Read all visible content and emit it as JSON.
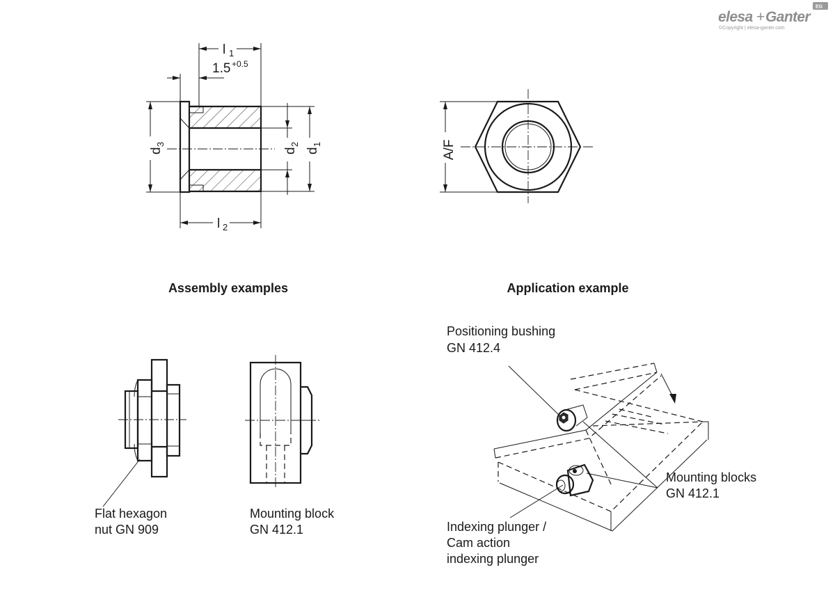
{
  "logo": {
    "brand_left": "elesa",
    "brand_plus": "+",
    "brand_right": "Ganter",
    "copyright": "©Copyright | elesa-ganter.com",
    "badge": "EG"
  },
  "dimensions": {
    "l1": "l",
    "l1_sub": "1",
    "offset": "1.5",
    "offset_tol": "+0.5",
    "d3": "d",
    "d3_sub": "3",
    "d2": "d",
    "d2_sub": "2",
    "d1": "d",
    "d1_sub": "1",
    "l2": "l",
    "l2_sub": "2",
    "af": "A/F"
  },
  "headings": {
    "assembly": "Assembly examples",
    "application": "Application example"
  },
  "callouts": {
    "flat_nut": [
      "Flat hexagon",
      "nut GN 909"
    ],
    "mounting_block": [
      "Mounting block",
      "GN 412.1"
    ],
    "positioning_bushing": [
      "Positioning bushing",
      "GN 412.4"
    ],
    "mounting_blocks": [
      "Mounting blocks",
      "GN 412.1"
    ],
    "indexing_plunger": [
      "Indexing plunger /",
      "Cam action",
      "indexing plunger"
    ]
  }
}
